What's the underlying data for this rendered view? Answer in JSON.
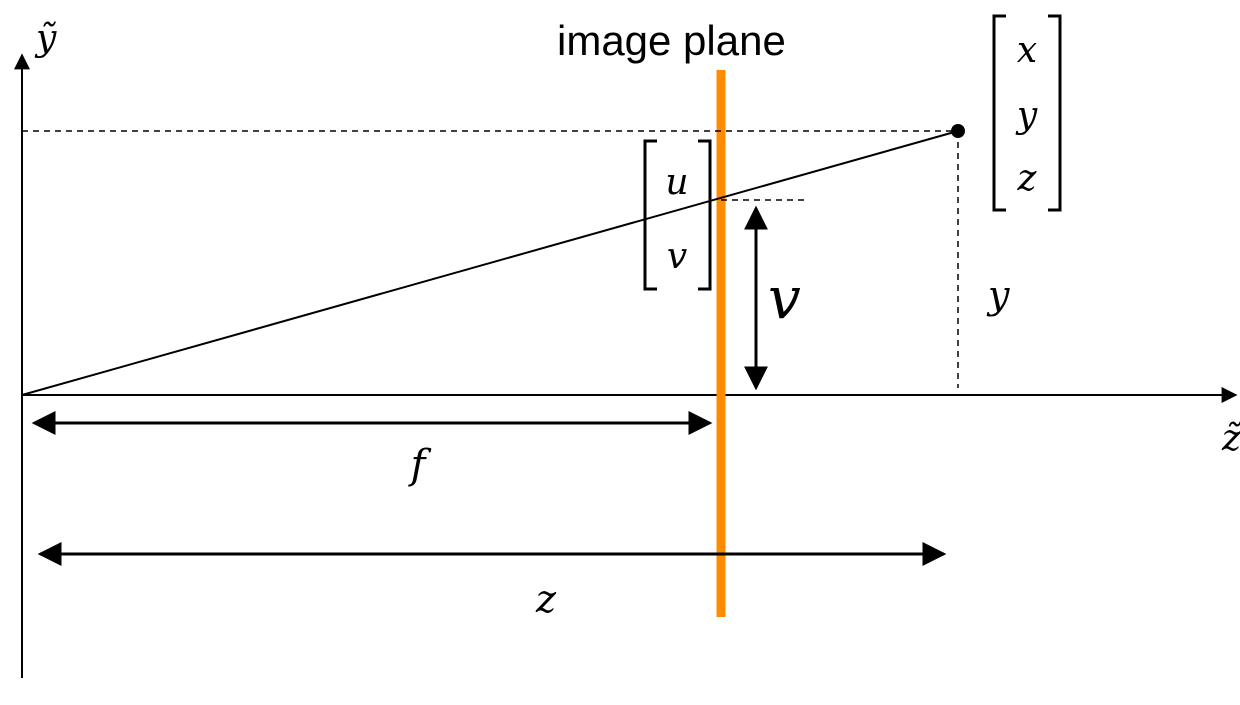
{
  "title": "image plane",
  "axes": {
    "vertical_label": "ỹ",
    "horizontal_label": "z̃"
  },
  "point_vector": [
    "x",
    "y",
    "z"
  ],
  "image_vector": [
    "u",
    "v"
  ],
  "labels": {
    "v_height": "v",
    "y_height": "y",
    "focal_length": "f",
    "depth": "z"
  },
  "colors": {
    "image_plane": "#ff8c00",
    "ink": "#000000"
  }
}
